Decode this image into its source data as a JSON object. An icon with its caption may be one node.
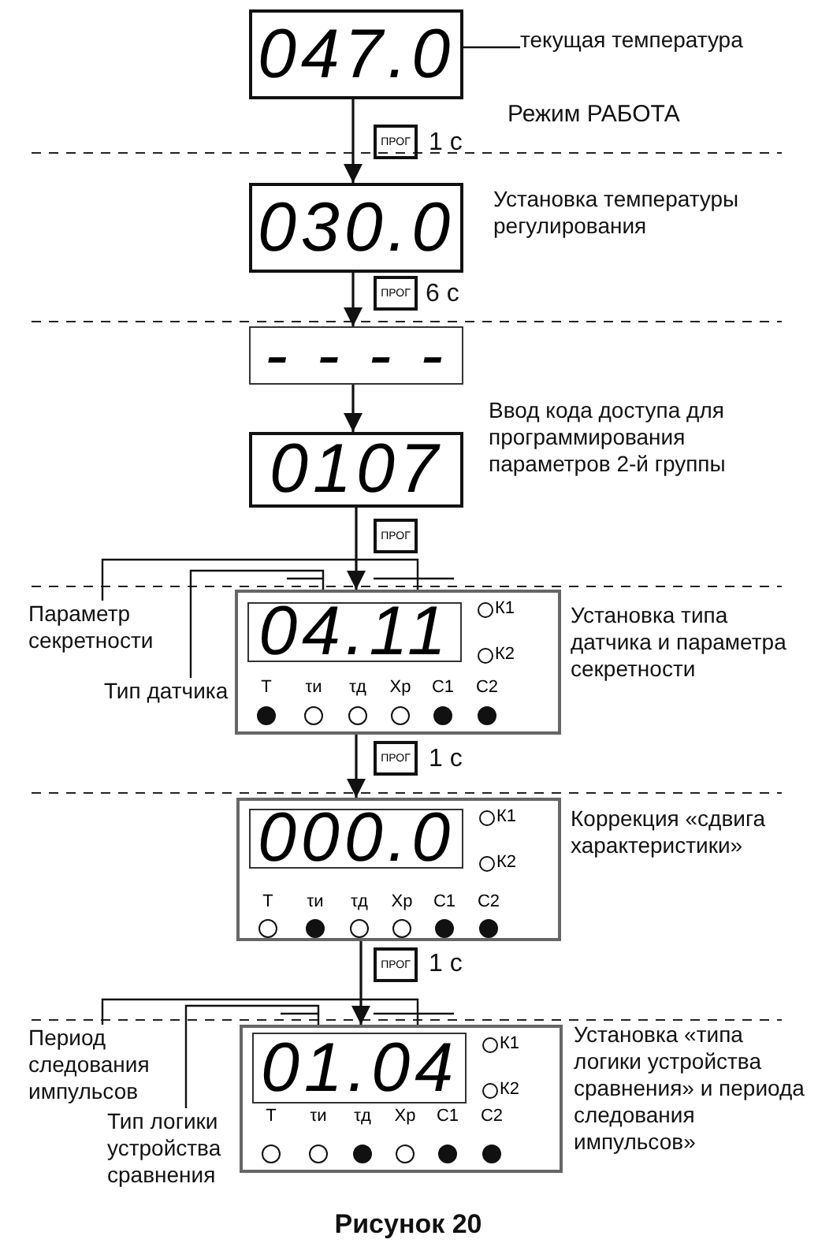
{
  "diagram": {
    "caption": "Рисунок 20",
    "nodes": [
      {
        "text": [
          "047.0"
        ]
      },
      {
        "text": [
          "текущая температура"
        ]
      },
      {
        "text": [
          "ПРОГ"
        ],
        "beside": [
          "1 с"
        ]
      },
      {
        "text": [
          "030.0"
        ],
        "beside": [
          "Установка температуры регулирования"
        ]
      },
      {
        "text": [
          "ПРОГ"
        ],
        "beside": [
          "6 с"
        ]
      },
      {
        "text": [
          "- - - -"
        ]
      },
      {
        "text": [
          "0107"
        ],
        "beside": [
          "Ввод кода доступа для программирования параметров 2-й группы"
        ]
      },
      {
        "text": [
          "ПРОГ"
        ]
      },
      {
        "text": [
          "Параметр секретности"
        ]
      },
      {
        "text": [
          "К1",
          "К2",
          "Т",
          "τи",
          "τд",
          "Хр",
          "С1",
          "С2"
        ],
        "beside": [
          "Установка типа датчика и параметра секретности"
        ]
      },
      {
        "text": [
          "04.11"
        ],
        "in": 9
      },
      {
        "text": [
          "Тип датчика"
        ]
      },
      {
        "text": [
          "ПРОГ"
        ],
        "beside": [
          "1 с"
        ]
      },
      {
        "text": [
          "К1",
          "К2",
          "Т",
          "τи",
          "τд",
          "Хр",
          "С1",
          "С2"
        ],
        "beside": [
          "Коррекция «сдвига характеристики»"
        ]
      },
      {
        "text": [
          "000.0"
        ],
        "in": 13
      },
      {
        "text": [
          "ПРОГ"
        ],
        "beside": [
          "1 с"
        ]
      },
      {
        "text": [
          "Период следования импульсов"
        ]
      },
      {
        "text": [
          "К1",
          "К2",
          "Т",
          "τи",
          "τд",
          "Хр",
          "С1",
          "С2"
        ],
        "beside": [
          "Установка «типа логики устройства сравнения» и периода следования импульсов»"
        ]
      },
      {
        "text": [
          "01.04"
        ],
        "in": 17
      },
      {
        "text": [
          "Тип логики устройства сравнения"
        ]
      }
    ],
    "edges": [
      {
        "from": 0,
        "to": 3,
        "arrow": "to"
      },
      {
        "from": 3,
        "to": 5,
        "arrow": "to"
      },
      {
        "from": 5,
        "to": 6,
        "arrow": "to"
      },
      {
        "from": 6,
        "to": 9,
        "arrow": "to"
      },
      {
        "from": 9,
        "to": 13,
        "arrow": "to"
      },
      {
        "from": 13,
        "to": 17,
        "arrow": "to"
      },
      {
        "from": 1,
        "to": 0,
        "arrow": "none"
      },
      {
        "from": 8,
        "to": 9,
        "arrow": "none"
      },
      {
        "from": 11,
        "to": 9,
        "arrow": "none"
      },
      {
        "from": 16,
        "to": 17,
        "arrow": "none"
      },
      {
        "from": 19,
        "to": 17,
        "arrow": "none"
      }
    ],
    "labels": [
      "Режим РАБОТА"
    ]
  }
}
